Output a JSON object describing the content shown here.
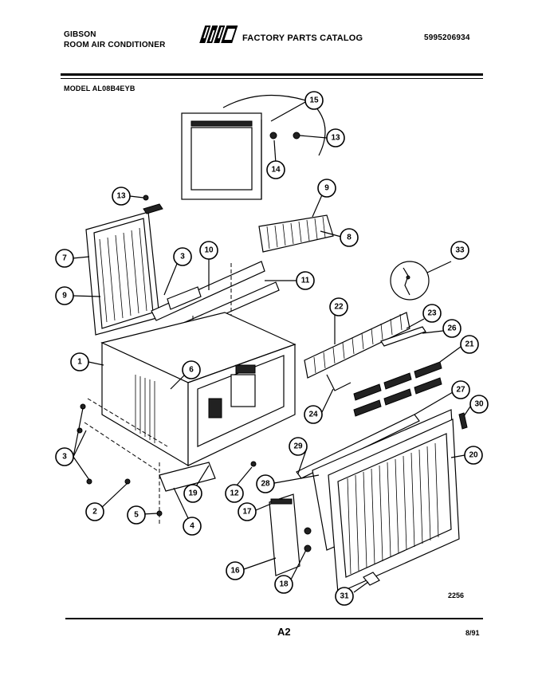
{
  "header": {
    "brand": "GIBSON",
    "product": "ROOM AIR CONDITIONER",
    "logo_text": "WCI",
    "catalog_title": "FACTORY PARTS CATALOG",
    "catalog_number": "5995206934",
    "model": "MODEL AL08B4EYB"
  },
  "callouts": [
    {
      "id": "c1",
      "label": "1"
    },
    {
      "id": "c2",
      "label": "2"
    },
    {
      "id": "c3a",
      "label": "3"
    },
    {
      "id": "c3b",
      "label": "3"
    },
    {
      "id": "c4",
      "label": "4"
    },
    {
      "id": "c5",
      "label": "5"
    },
    {
      "id": "c6",
      "label": "6"
    },
    {
      "id": "c7",
      "label": "7"
    },
    {
      "id": "c8",
      "label": "8"
    },
    {
      "id": "c9a",
      "label": "9"
    },
    {
      "id": "c9b",
      "label": "9"
    },
    {
      "id": "c10",
      "label": "10"
    },
    {
      "id": "c11",
      "label": "11"
    },
    {
      "id": "c12",
      "label": "12"
    },
    {
      "id": "c13a",
      "label": "13"
    },
    {
      "id": "c13b",
      "label": "13"
    },
    {
      "id": "c14",
      "label": "14"
    },
    {
      "id": "c15",
      "label": "15"
    },
    {
      "id": "c16",
      "label": "16"
    },
    {
      "id": "c17",
      "label": "17"
    },
    {
      "id": "c18",
      "label": "18"
    },
    {
      "id": "c19",
      "label": "19"
    },
    {
      "id": "c20",
      "label": "20"
    },
    {
      "id": "c21",
      "label": "21"
    },
    {
      "id": "c22",
      "label": "22"
    },
    {
      "id": "c23",
      "label": "23"
    },
    {
      "id": "c24",
      "label": "24"
    },
    {
      "id": "c26",
      "label": "26"
    },
    {
      "id": "c27",
      "label": "27"
    },
    {
      "id": "c28",
      "label": "28"
    },
    {
      "id": "c29",
      "label": "29"
    },
    {
      "id": "c30",
      "label": "30"
    },
    {
      "id": "c31",
      "label": "31"
    },
    {
      "id": "c33",
      "label": "33"
    }
  ],
  "drawing_number": "2256",
  "page_number": "A2",
  "date": "8/91"
}
